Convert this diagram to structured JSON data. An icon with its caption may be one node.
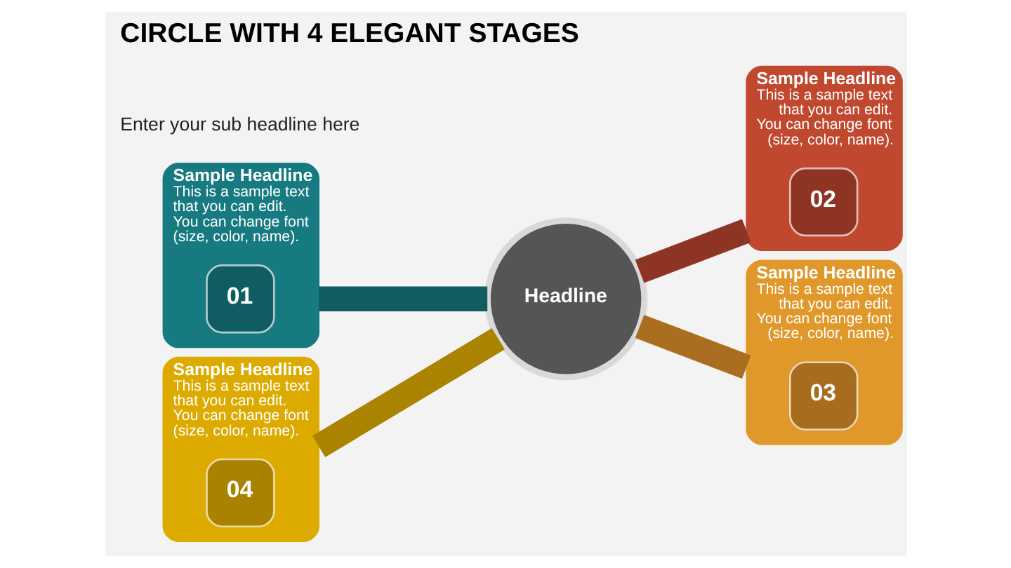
{
  "diagram": {
    "title": "CIRCLE WITH 4 ELEGANT STAGES",
    "nodes": [
      {
        "text": [
          "Sample Headline",
          "This is a sample text that you can edit. You can change font (size, color, name)."
        ]
      },
      {
        "text": [
          "01"
        ],
        "in": 0
      },
      {
        "text": [
          "Sample Headline",
          "This is a sample text that you can edit. You can change font (size, color, name)."
        ]
      },
      {
        "text": [
          "02"
        ],
        "in": 2
      },
      {
        "text": [
          "Headline"
        ]
      },
      {
        "text": [
          "Sample Headline",
          "This is a sample text that you can edit. You can change font (size, color, name)."
        ]
      },
      {
        "text": [
          "04"
        ],
        "in": 5
      },
      {
        "text": [
          "Sample Headline",
          "This is a sample text that you can edit. You can change font (size, color, name)."
        ]
      },
      {
        "text": [
          "03"
        ],
        "in": 7
      }
    ],
    "edges": [
      {
        "from": 0,
        "to": 4,
        "arrow": "none",
        "color": "#105c61"
      },
      {
        "from": 4,
        "to": 2,
        "arrow": "none",
        "color": "#8e3424"
      },
      {
        "from": 4,
        "to": 7,
        "arrow": "none",
        "color": "#a96e20"
      },
      {
        "from": 5,
        "to": 4,
        "arrow": "none",
        "color": "#aa8300"
      }
    ],
    "labels": [
      "Enter your sub headline here"
    ]
  }
}
